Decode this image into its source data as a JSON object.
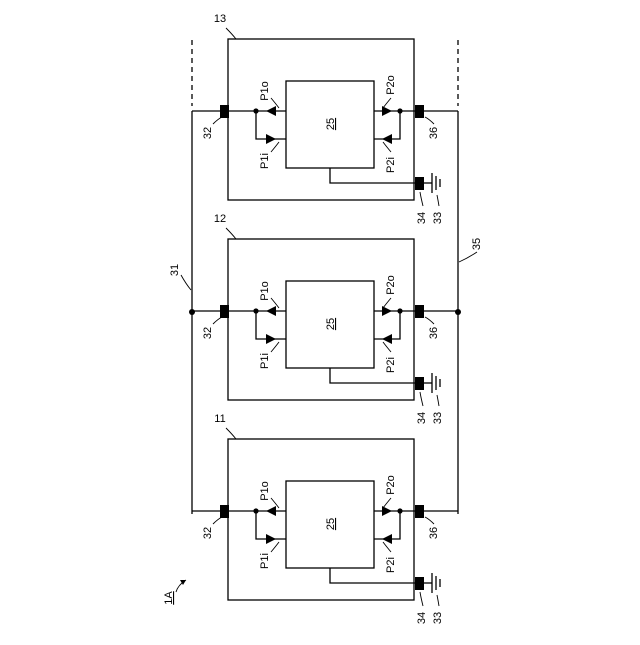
{
  "figure": {
    "label": "1A",
    "modules": [
      {
        "id": "13",
        "chip": "25",
        "ports": {
          "p1o": "P1o",
          "p1i": "P1i",
          "p2o": "P2o",
          "p2i": "P2i"
        },
        "terminals": {
          "left": "32",
          "right": "36",
          "ground": "34",
          "ground_symbol": "33"
        }
      },
      {
        "id": "12",
        "chip": "25",
        "ports": {
          "p1o": "P1o",
          "p1i": "P1i",
          "p2o": "P2o",
          "p2i": "P2i"
        },
        "terminals": {
          "left": "32",
          "right": "36",
          "ground": "34",
          "ground_symbol": "33"
        }
      },
      {
        "id": "11",
        "chip": "25",
        "ports": {
          "p1o": "P1o",
          "p1i": "P1i",
          "p2o": "P2o",
          "p2i": "P2i"
        },
        "terminals": {
          "left": "32",
          "right": "36",
          "ground": "34",
          "ground_symbol": "33"
        }
      }
    ],
    "bus_left": "31",
    "bus_right": "35"
  }
}
